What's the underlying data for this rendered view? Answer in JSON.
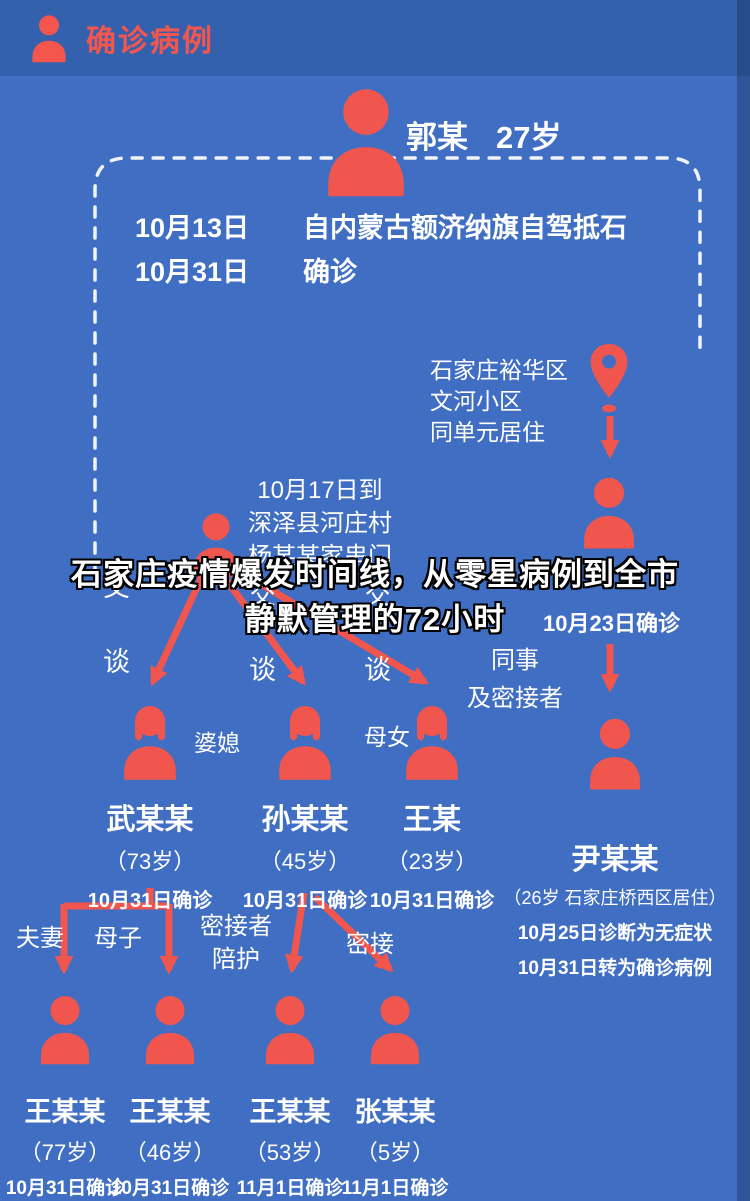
{
  "header": {
    "title": "确诊病例"
  },
  "index_case": {
    "name": "郭某",
    "age": "27岁"
  },
  "timeline": {
    "row1_date": "10月13日",
    "row1_event": "自内蒙古额济纳旗自驾抵石",
    "row2_date": "10月31日",
    "row2_event": "确诊"
  },
  "residence": {
    "line1": "石家庄裕华区",
    "line2": "文河小区",
    "line3": "同单元居住"
  },
  "visit": {
    "line1": "10月17日到",
    "line2": "深泽县河庄村",
    "line3": "杨某某家串门"
  },
  "overlay": {
    "line1": "石家庄疫情爆发时间线，从零星病例到全市",
    "line2": "静默管理的72小时"
  },
  "talk_labels": {
    "a": "交谈",
    "b": "交谈",
    "c": "交谈"
  },
  "chain": {
    "confirm_date": "10月23日确诊",
    "relation1": "同事",
    "relation2": "及密接者"
  },
  "tags": {
    "tag1": "婆媳",
    "tag2": "母女"
  },
  "generation2": [
    {
      "name": "武某某",
      "age": "（73岁）",
      "date": "10月31日确诊"
    },
    {
      "name": "孙某某",
      "age": "（45岁）",
      "date": "10月31日确诊"
    },
    {
      "name": "王某",
      "age": "（23岁）",
      "date": "10月31日确诊"
    }
  ],
  "yin": {
    "name": "尹某某",
    "info": "（26岁  石家庄桥西区居住）",
    "status1": "10月25日诊断为无症状",
    "status2": "10月31日转为确诊病例"
  },
  "rel_labels": {
    "couple": "夫妻",
    "mother_son": "母子",
    "care1": "密接者",
    "care2": "陪护",
    "close": "密接"
  },
  "generation3": [
    {
      "name": "王某某",
      "age": "（77岁）",
      "date": "10月31日确诊"
    },
    {
      "name": "王某某",
      "age": "（46岁）",
      "date": "10月31日确诊"
    },
    {
      "name": "王某某",
      "age": "（53岁）",
      "date": "11月1日确诊"
    },
    {
      "name": "张某某",
      "age": "（5岁）",
      "date": "11月1日确诊"
    }
  ],
  "colors": {
    "background": "#3f6ec3",
    "header_bg": "#3461ae",
    "accent_coral": "#f0564e",
    "header_text": "#f4564d",
    "text": "#ffffff"
  }
}
